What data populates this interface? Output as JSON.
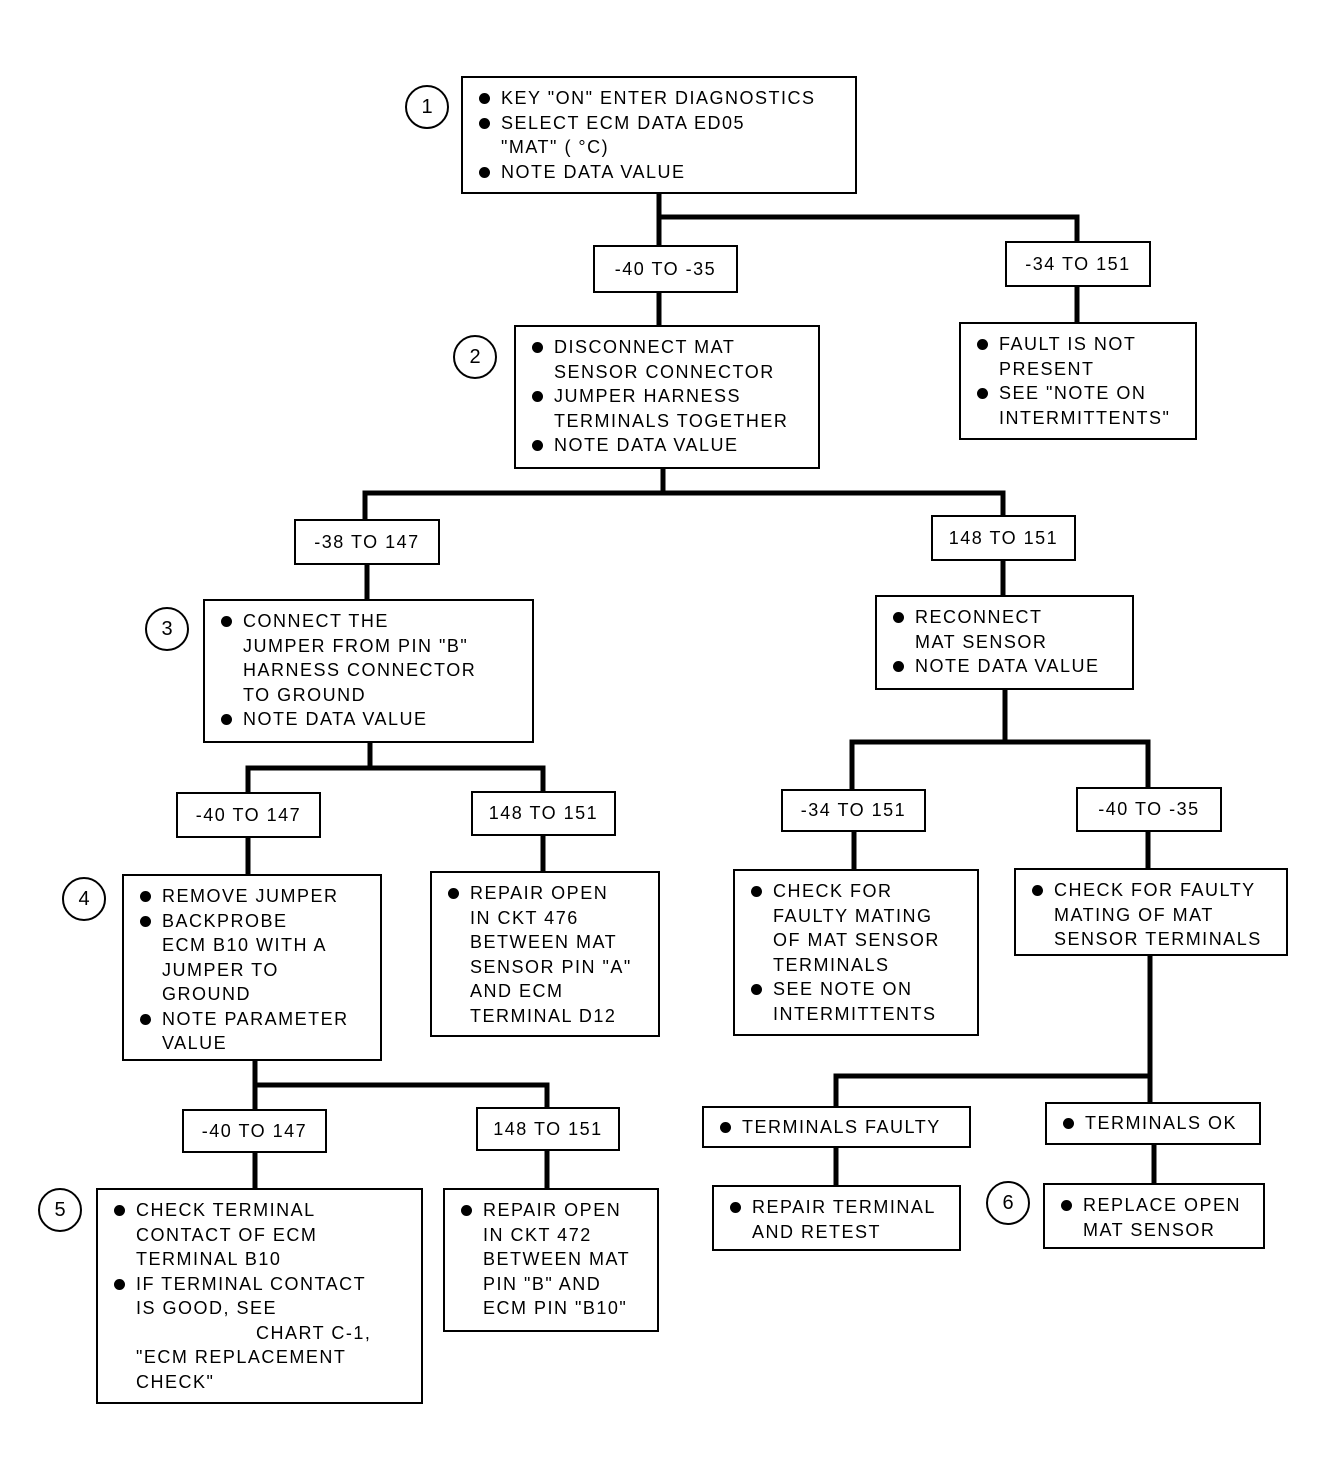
{
  "steps": [
    "1",
    "2",
    "3",
    "4",
    "5",
    "6"
  ],
  "box1": [
    "KEY \"ON\" ENTER DIAGNOSTICS",
    "SELECT ECM DATA ED05",
    "\"MAT\" ( °C)",
    "NOTE DATA VALUE"
  ],
  "box2": [
    "DISCONNECT MAT",
    "SENSOR CONNECTOR",
    "JUMPER HARNESS",
    "TERMINALS TOGETHER",
    "NOTE DATA VALUE"
  ],
  "box_fault": [
    "FAULT IS NOT",
    "PRESENT",
    "SEE \"NOTE ON",
    "INTERMITTENTS\""
  ],
  "box3": [
    "CONNECT THE",
    "JUMPER FROM PIN \"B\"",
    "HARNESS  CONNECTOR",
    "TO GROUND",
    "NOTE DATA VALUE"
  ],
  "box_reconnect": [
    "RECONNECT",
    "MAT SENSOR",
    "NOTE DATA VALUE"
  ],
  "box4": [
    "REMOVE JUMPER",
    "BACKPROBE",
    "ECM B10 WITH A",
    "JUMPER TO",
    "GROUND",
    "NOTE PARAMETER",
    "VALUE"
  ],
  "box_ckt476": [
    "REPAIR OPEN",
    "IN CKT 476",
    "BETWEEN MAT",
    "SENSOR PIN \"A\"",
    "AND ECM",
    "TERMINAL D12"
  ],
  "box_mating1": [
    "CHECK FOR",
    "FAULTY MATING",
    "OF MAT SENSOR",
    "TERMINALS",
    "SEE NOTE ON",
    "INTERMITTENTS"
  ],
  "box_mating2": [
    "CHECK FOR FAULTY",
    "MATING OF MAT",
    "SENSOR TERMINALS"
  ],
  "box_faulty": [
    "TERMINALS FAULTY"
  ],
  "box_ok": [
    "TERMINALS OK"
  ],
  "box5": [
    "CHECK TERMINAL",
    "CONTACT OF ECM",
    "TERMINAL B10",
    "IF TERMINAL CONTACT",
    "IS GOOD, SEE",
    "CHART C-1,",
    "\"ECM REPLACEMENT",
    "CHECK\""
  ],
  "box_ckt472": [
    "REPAIR OPEN",
    "IN CKT 472",
    "BETWEEN MAT",
    "PIN \"B\" AND",
    "ECM PIN \"B10\""
  ],
  "box_retest": [
    "REPAIR TERMINAL",
    "AND RETEST"
  ],
  "box6": [
    "REPLACE OPEN",
    "MAT SENSOR"
  ],
  "ranges": {
    "r1a": "-40 TO -35",
    "r1b": "-34 TO 151",
    "r2a": "-38 TO 147",
    "r2b": "148 TO 151",
    "r3a": "-40 TO 147",
    "r3b": "148 TO 151",
    "r4a": "-34 TO 151",
    "r4b": "-40 TO -35",
    "r5a": "-40 TO 147",
    "r5b": "148 TO 151"
  }
}
